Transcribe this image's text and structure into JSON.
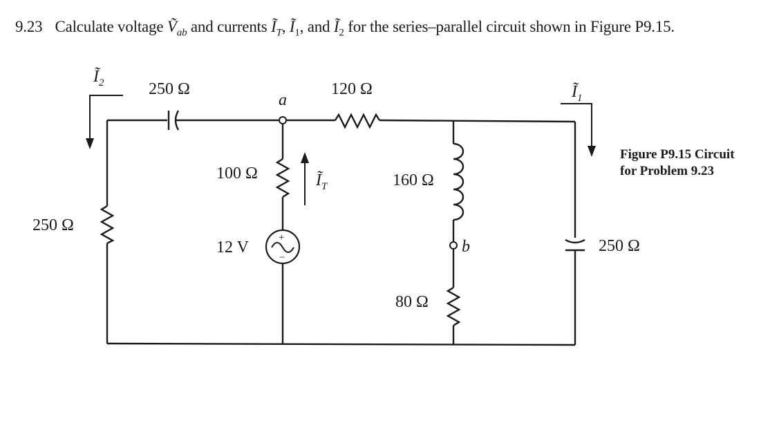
{
  "problem": {
    "number": "9.23",
    "text_before": "Calculate voltage ",
    "var_v": "Ṽ",
    "var_v_sub": "ab",
    "text_mid1": " and currents ",
    "var_it": "Ĩ",
    "var_it_sub": "T",
    "sep1": ", ",
    "var_i1": "Ĩ",
    "var_i1_sub": "1",
    "sep2": ", and ",
    "var_i2": "Ĩ",
    "var_i2_sub": "2",
    "text_after": " for the series–parallel circuit shown in Figure P9.15."
  },
  "caption": {
    "line1": "Figure P9.15 Circuit",
    "line2": "for Problem 9.23"
  },
  "labels": {
    "cap_top": "250 Ω",
    "res_top": "120 Ω",
    "res_left": "250 Ω",
    "res_mid": "100 Ω",
    "source": "12 V",
    "ind_mid": "160 Ω",
    "res_bottom": "80 Ω",
    "cap_right": "250 Ω",
    "node_a": "a",
    "node_b": "b",
    "plus": "+",
    "minus": "−",
    "i_main": "Ĩ",
    "i2_sub": "2",
    "i1_sub": "1",
    "it_sub": "T"
  }
}
